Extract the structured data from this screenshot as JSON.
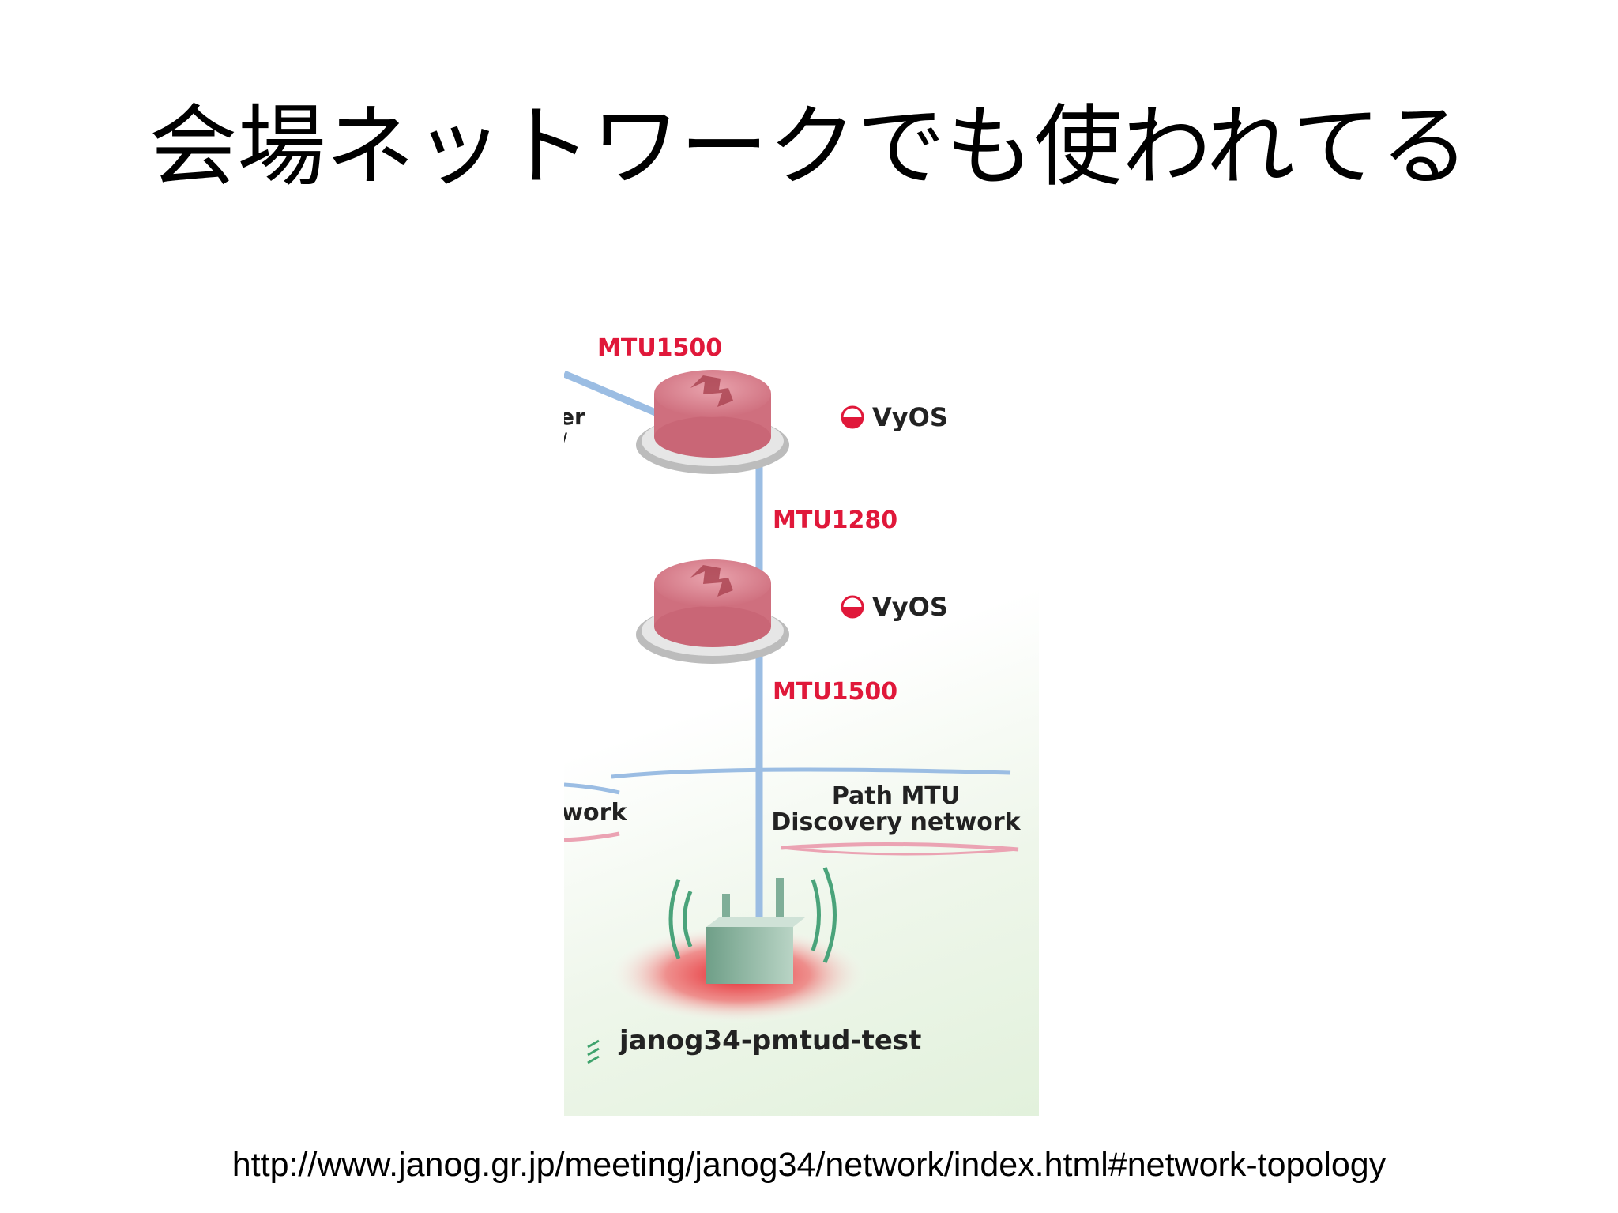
{
  "slide": {
    "title": "会場ネットワークでも使われてる",
    "source_url": "http://www.janog.gr.jp/meeting/janog34/network/index.html#network-topology"
  },
  "diagram": {
    "mtu_top": "MTU1500",
    "mtu_middle": "MTU1280",
    "mtu_bottom": "MTU1500",
    "router1_label": "VyOS",
    "router2_label": "VyOS",
    "cropped_left_upper": "er",
    "cropped_left_upper2": "/",
    "cropped_left_network": "twork",
    "network_label_line1": "Path MTU",
    "network_label_line2": "Discovery network",
    "ap_label": "janog34-pmtud-test",
    "colors": {
      "mtu_text": "#e0183a",
      "link": "#9bbde3",
      "router": "#d87a88",
      "ap": "#8fb8a2"
    },
    "icons": [
      "router-icon",
      "vyos-logo-icon",
      "wireless-ap-icon",
      "wifi-icon"
    ]
  }
}
